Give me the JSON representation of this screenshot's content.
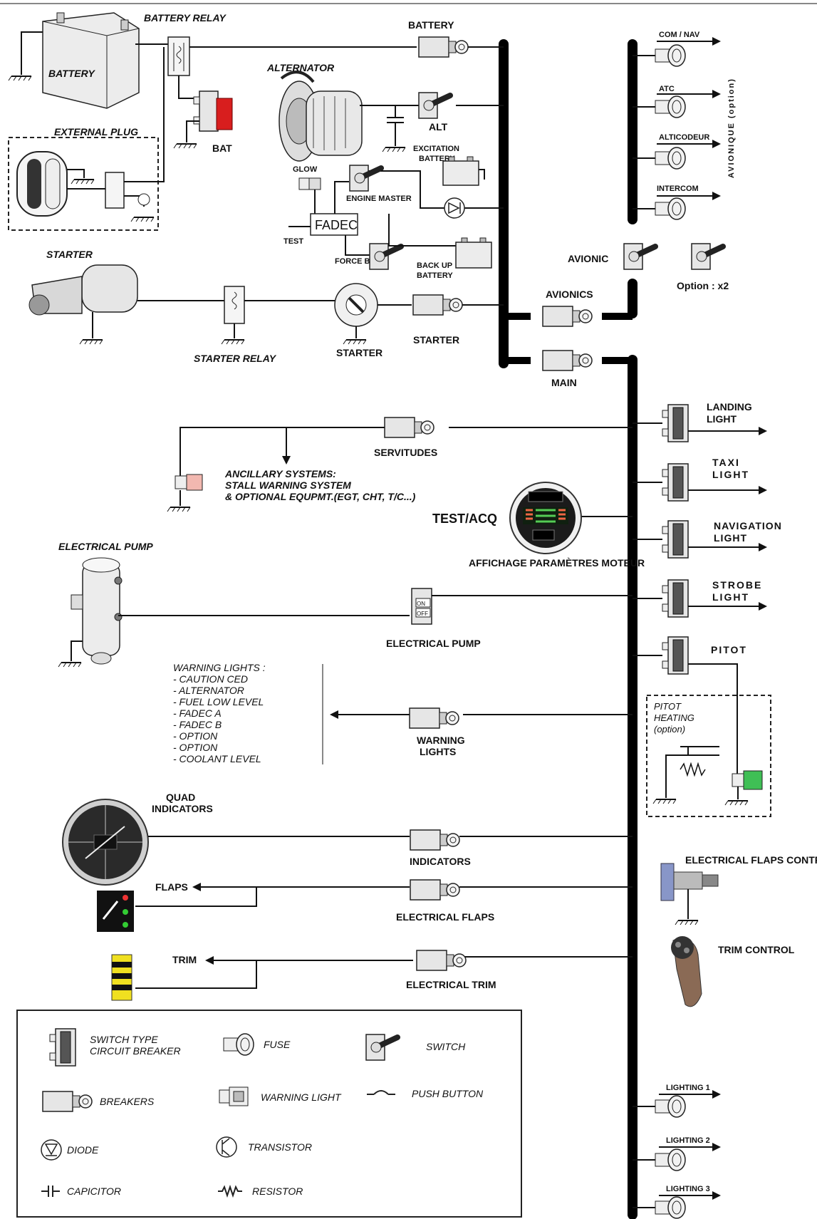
{
  "diagram": {
    "battery_section": {
      "battery_relay": "BATTERY RELAY",
      "battery": "BATTERY",
      "bat_switch": "BAT",
      "external_plug": "EXTERNAL PLUG",
      "battery_breaker": "BATTERY",
      "alternator": "ALTERNATOR",
      "alt_switch": "ALT",
      "excitation_battery_1": "EXCITATION",
      "excitation_battery_2": "BATTERY",
      "glow": "GLOW",
      "engine_master": "ENGINE MASTER",
      "fadec": "FADEC",
      "test": "TEST",
      "force_b": "FORCE B",
      "backup_battery_1": "BACK UP",
      "backup_battery_2": "BATTERY"
    },
    "starter_section": {
      "starter": "STARTER",
      "starter_relay": "STARTER RELAY",
      "starter_key": "STARTER",
      "starter_breaker": "STARTER"
    },
    "avionics_section": {
      "com_nav": "COM / NAV",
      "atc": "ATC",
      "alticodeur": "ALTICODEUR",
      "intercom": "INTERCOM",
      "avionique_option": "AVIONIQUE (option)",
      "avionic_switch": "AVIONIC",
      "option_x2": "Option : x2",
      "avionics_breaker": "AVIONICS",
      "main_breaker": "MAIN"
    },
    "main_bus_loads": {
      "servitudes": "SERVITUDES",
      "ancillary_1": "ANCILLARY SYSTEMS:",
      "ancillary_2": "STALL WARNING SYSTEM",
      "ancillary_3": "& OPTIONAL EQUPMT.(EGT, CHT, T/C...)",
      "test_acq": "TEST/ACQ",
      "affichage": "AFFICHAGE PARAMÈTRES MOTEUR",
      "electrical_pump": "ELECTRICAL PUMP",
      "electrical_pump_breaker": "ELECTRICAL PUMP",
      "warning_lights_title": "WARNING LIGHTS :",
      "warning_items": [
        "- CAUTION CED",
        "- ALTERNATOR",
        "- FUEL LOW LEVEL",
        "- FADEC A",
        "- FADEC B",
        "- OPTION",
        "- OPTION",
        "- COOLANT LEVEL"
      ],
      "warning_lights_breaker_1": "WARNING",
      "warning_lights_breaker_2": "LIGHTS",
      "quad_indicators_1": "QUAD",
      "quad_indicators_2": "INDICATORS",
      "indicators_breaker": "INDICATORS",
      "flaps": "FLAPS",
      "electrical_flaps": "ELECTRICAL FLAPS",
      "electrical_flaps_control": "ELECTRICAL FLAPS CONTROL",
      "trim": "TRIM",
      "electrical_trim": "ELECTRICAL TRIM",
      "trim_control": "TRIM CONTROL",
      "stall_switch_on": "ON",
      "stall_switch_off": "OFF"
    },
    "lights": {
      "landing_1": "LANDING",
      "landing_2": "LIGHT",
      "taxi_1": "TAXI",
      "taxi_2": "LIGHT",
      "nav_1": "NAVIGATION",
      "nav_2": "LIGHT",
      "strobe_1": "STROBE",
      "strobe_2": "LIGHT",
      "pitot": "PITOT",
      "pitot_heating_1": "PITOT",
      "pitot_heating_2": "HEATING",
      "pitot_heating_3": "(option)",
      "lighting_1": "LIGHTING 1",
      "lighting_2": "LIGHTING 2",
      "lighting_3": "LIGHTING 3"
    },
    "legend": {
      "switch_cb_1": "SWITCH TYPE",
      "switch_cb_2": "CIRCUIT BREAKER",
      "fuse": "FUSE",
      "switch": "SWITCH",
      "breakers": "BREAKERS",
      "warning_light": "WARNING LIGHT",
      "push_button": "PUSH BUTTON",
      "diode": "DIODE",
      "transistor": "TRANSISTOR",
      "capicitor": "CAPICITOR",
      "resistor": "RESISTOR"
    },
    "colors": {
      "bat_switch_red": "#d81e1e",
      "light_pink": "#f2b8b0",
      "green_light": "#3fbf55",
      "trim_yellow": "#f0e020",
      "trim_handle_brown": "#8a6a55",
      "flaps_control_blue": "#8896c8"
    }
  }
}
